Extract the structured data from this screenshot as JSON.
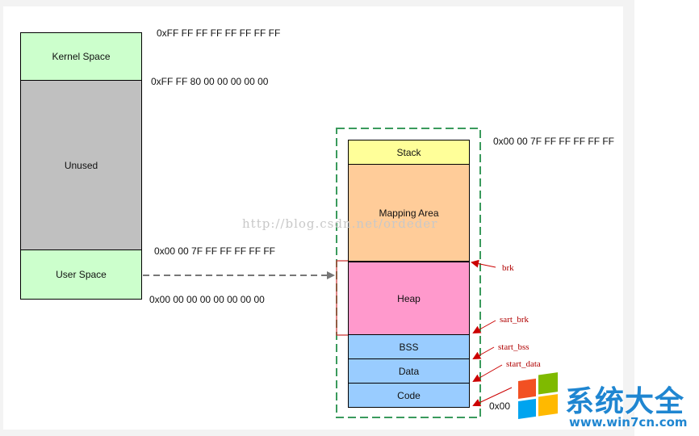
{
  "left_column": {
    "kernel": {
      "label": "Kernel Space",
      "color": "#ccffcc"
    },
    "unused": {
      "label": "Unused",
      "color": "#c0c0c0"
    },
    "user": {
      "label": "User Space",
      "color": "#ccffcc"
    },
    "addresses": {
      "top": "0xFF FF FF FF FF FF FF FF",
      "kernel_bottom": "0xFF FF 80 00 00 00 00 00",
      "user_top": "0x00 00 7F FF FF FF FF FF",
      "bottom": "0x00 00 00 00 00 00 00 00"
    }
  },
  "right_column": {
    "stack": {
      "label": "Stack",
      "color": "#ffff99"
    },
    "mapping": {
      "label": "Mapping Area",
      "color": "#ffcc99"
    },
    "heap": {
      "label": "Heap",
      "color": "#ff99cc"
    },
    "bss": {
      "label": "BSS",
      "color": "#99ccff"
    },
    "data": {
      "label": "Data",
      "color": "#99ccff"
    },
    "code": {
      "label": "Code",
      "color": "#99ccff"
    },
    "top_address": "0x00 00 7F FF FF FF FF FF",
    "bottom_address": "0x00",
    "markers": {
      "brk": "brk",
      "start_brk": "sart_brk",
      "start_bss": "start_bss",
      "start_data": "start_data"
    },
    "frame_color": "#3a9a5c",
    "marker_color": "#cc0000"
  },
  "watermark": "http://blog.csdn.net/ordeder",
  "logo": {
    "title": "系统大全",
    "url": "www.win7cn.com"
  }
}
